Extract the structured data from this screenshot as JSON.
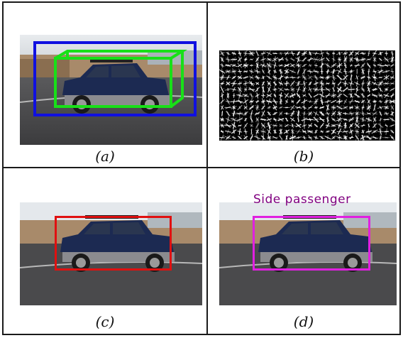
{
  "figure": {
    "captions": {
      "a": "(a)",
      "b": "(b)",
      "c": "(c)",
      "d": "(d)"
    },
    "panel_d": {
      "class_label": "Side passenger"
    }
  },
  "colors": {
    "box_a_2d": "#1010e0",
    "box_a_3d": "#18e018",
    "box_c": "#e01010",
    "box_d": "#e020e0",
    "label_d": "#800080",
    "frame": "#1a1a1a"
  },
  "icons": {
    "panel_a": "car-photo-icon",
    "panel_b": "hog-feature-map-icon",
    "panel_c": "car-photo-icon",
    "panel_d": "car-photo-icon"
  }
}
